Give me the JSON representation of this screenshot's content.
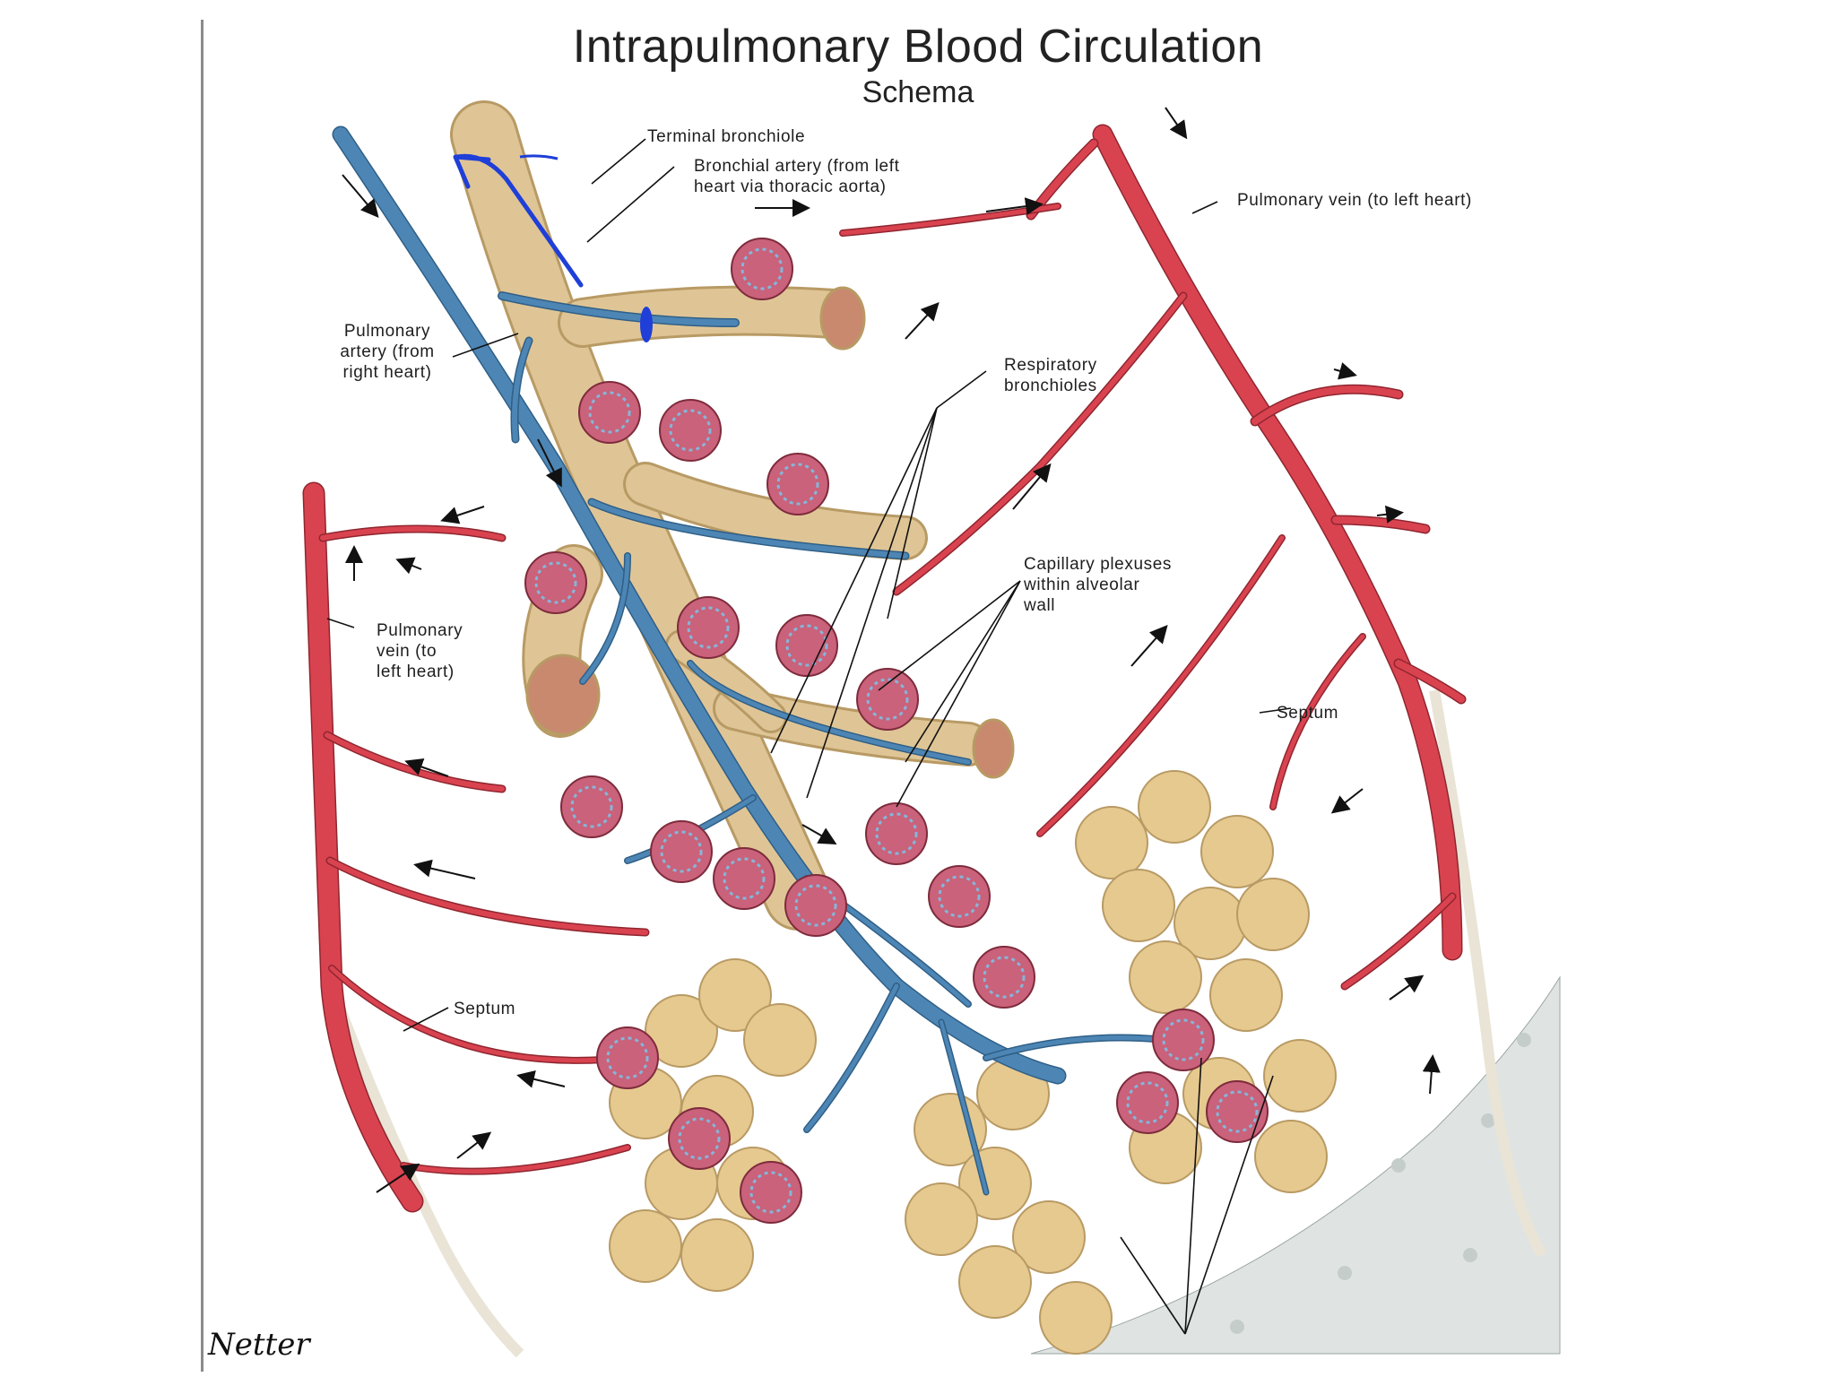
{
  "figure": {
    "title": "Intrapulmonary Blood Circulation",
    "subtitle": "Schema",
    "signature": "Netter"
  },
  "labels": {
    "terminal_bronchiole": "Terminal bronchiole",
    "bronchial_artery": "Bronchial artery (from left\nheart via thoracic aorta)",
    "pulmonary_vein_top": "Pulmonary vein (to left heart)",
    "pulmonary_artery": "Pulmonary\nartery (from\nright heart)",
    "respiratory_bronchioles": "Respiratory\nbronchioles",
    "capillary_plexuses": "Capillary plexuses\nwithin alveolar\nwall",
    "pulmonary_vein_left": "Pulmonary\nvein (to\nleft heart)",
    "septum_right": "Septum",
    "septum_left": "Septum"
  },
  "colors": {
    "vein": "#d9434f",
    "vein_light": "#f08a90",
    "artery": "#4d86b5",
    "artery_light": "#86b6da",
    "bronchiole": "#dfc596",
    "bronchiole_dark": "#b89a64",
    "alveolus": "#e6c98f",
    "septum": "#e9e4d6",
    "pleura": "#dfe4e2",
    "annotation_blue": "#1f3fd8"
  }
}
